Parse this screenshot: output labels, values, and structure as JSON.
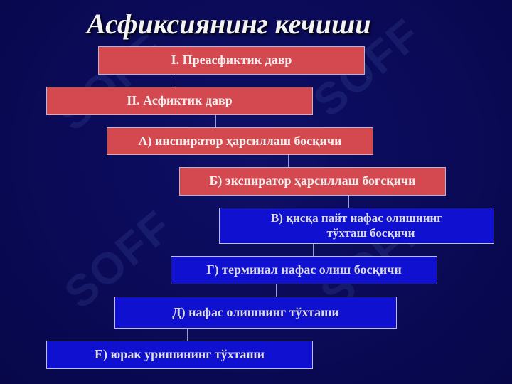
{
  "title": "Асфиксиянинг кечиши",
  "watermark_text": "SOFF",
  "colors": {
    "background": "#0a0a57",
    "red_box": "#d4484f",
    "blue_box": "#1010d0",
    "text": "#e8e8e8"
  },
  "stages": [
    {
      "label": "I. Преасфиктик давр"
    },
    {
      "label": "II. Асфиктик давр"
    },
    {
      "label": "А) инспиратор ҳарсиллаш босқичи"
    },
    {
      "label": "Б) экспиратор ҳарсиллаш богсқичи"
    },
    {
      "label_line1": "В) қисқа пайт нафас олишнинг",
      "label_line2": "тўхташ босқичи"
    },
    {
      "label": "Г) терминал нафас олиш босқичи"
    },
    {
      "label": "Д) нафас олишнинг тўхташи"
    },
    {
      "label": "Е) юрак уришининг тўхташи"
    }
  ]
}
